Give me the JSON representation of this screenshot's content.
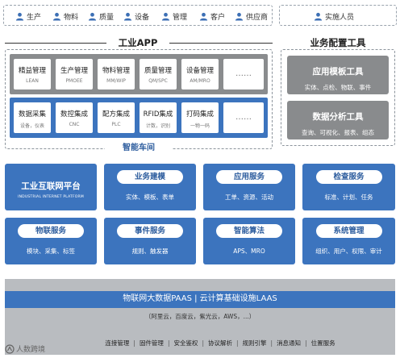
{
  "users": {
    "groups": [
      "生产",
      "物料",
      "质量",
      "设备",
      "管理",
      "客户",
      "供应商"
    ],
    "implementer": "实施人员"
  },
  "industrial_app": {
    "title": "工业APP",
    "mgmt_row": [
      {
        "name": "精益管理",
        "sub": "LEAN"
      },
      {
        "name": "生产管理",
        "sub": "PMOEE"
      },
      {
        "name": "物料管理",
        "sub": "MM/WIP"
      },
      {
        "name": "质量管理",
        "sub": "QM/SPC"
      },
      {
        "name": "设备管理",
        "sub": "AM/MRO"
      },
      {
        "name": "",
        "sub": "",
        "more": "……"
      }
    ],
    "integration_row": [
      {
        "name": "数据采集",
        "sub": "设备，仪表"
      },
      {
        "name": "数控集成",
        "sub": "CNC"
      },
      {
        "name": "配方集成",
        "sub": "PLC"
      },
      {
        "name": "RFID集成",
        "sub": "计数，识别"
      },
      {
        "name": "打码集成",
        "sub": "一物一码"
      },
      {
        "name": "",
        "sub": "",
        "more": "……"
      }
    ],
    "workshop_label": "智能车间"
  },
  "config_tools": {
    "title": "业务配置工具",
    "cards": [
      {
        "name": "应用模板工具",
        "items": "实体、点检、物联、事件"
      },
      {
        "name": "数据分析工具",
        "items": "查询、可视化、报表、组态"
      }
    ]
  },
  "platform": {
    "main": {
      "name": "工业互联网平台",
      "en": "INDUSTRIAL INTERNET PLATFORM"
    },
    "tiles": [
      {
        "name": "业务建模",
        "items": "实体、模板、表单"
      },
      {
        "name": "应用服务",
        "items": "工单、资源、活动"
      },
      {
        "name": "检查服务",
        "items": "标准、计划、任务"
      },
      {
        "name": "物联服务",
        "items": "模块、采集、标签"
      },
      {
        "name": "事件服务",
        "items": "规则、触发器"
      },
      {
        "name": "智能算法",
        "items": "APS、MRO"
      },
      {
        "name": "系统管理",
        "items": "组织、用户、权限、审计"
      }
    ]
  },
  "infrastructure": {
    "main": "物联网大数据PAAS  |  云计算基础设施LAAS",
    "clouds": "（阿里云，百度云，紫光云，AWS，...）",
    "services": [
      "连接管理",
      "固件管理",
      "安全鉴权",
      "协议解析",
      "规则引擎",
      "消息通知",
      "位置服务"
    ]
  },
  "watermark": "人数跨境"
}
